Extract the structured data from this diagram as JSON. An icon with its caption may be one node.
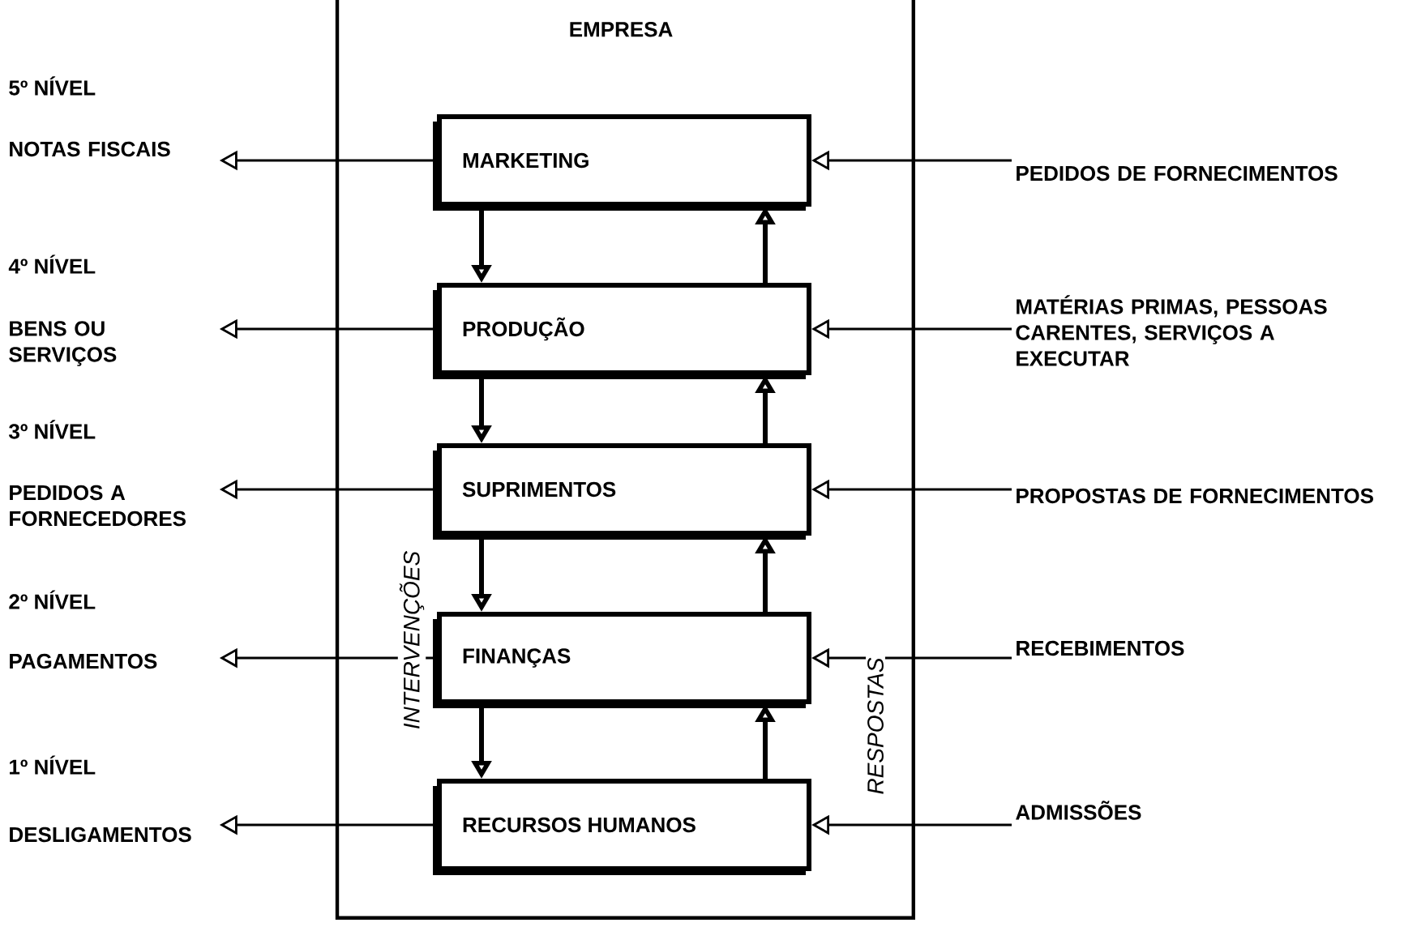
{
  "diagram": {
    "nodes": [
      {
        "text": [
          "EMPRESA"
        ]
      },
      {
        "text": [
          "MARKETING"
        ],
        "in": 0
      },
      {
        "text": [
          "PRODUÇÃO"
        ],
        "in": 0
      },
      {
        "text": [
          "SUPRIMENTOS"
        ],
        "in": 0
      },
      {
        "text": [
          "FINANÇAS"
        ],
        "in": 0
      },
      {
        "text": [
          "RECURSOS HUMANOS"
        ],
        "in": 0
      },
      {
        "text": [
          "NOTAS FISCAIS"
        ]
      },
      {
        "text": [
          "BENS OU SERVIÇOS"
        ]
      },
      {
        "text": [
          "PEDIDOS A FORNECEDORES"
        ]
      },
      {
        "text": [
          "PAGAMENTOS"
        ]
      },
      {
        "text": [
          "DESLIGAMENTOS"
        ]
      },
      {
        "text": [
          "PEDIDOS DE FORNECIMENTOS"
        ]
      },
      {
        "text": [
          "MATÉRIAS PRIMAS, PESSOAS CARENTES, SERVIÇOS A EXECUTAR"
        ]
      },
      {
        "text": [
          "PROPOSTAS DE FORNECIMENTOS"
        ]
      },
      {
        "text": [
          "RECEBIMENTOS"
        ]
      },
      {
        "text": [
          "ADMISSÕES"
        ]
      }
    ],
    "edges": [
      {
        "from": 1,
        "to": 6,
        "arrow": "to"
      },
      {
        "from": 2,
        "to": 7,
        "arrow": "to"
      },
      {
        "from": 3,
        "to": 8,
        "arrow": "to"
      },
      {
        "from": 4,
        "to": 9,
        "arrow": "to"
      },
      {
        "from": 5,
        "to": 10,
        "arrow": "to"
      },
      {
        "from": 11,
        "to": 1,
        "arrow": "to"
      },
      {
        "from": 12,
        "to": 2,
        "arrow": "to"
      },
      {
        "from": 13,
        "to": 3,
        "arrow": "to"
      },
      {
        "from": 14,
        "to": 4,
        "arrow": "to"
      },
      {
        "from": 15,
        "to": 5,
        "arrow": "to"
      },
      {
        "from": 1,
        "to": 2,
        "arrow": "to",
        "style": "thick"
      },
      {
        "from": 2,
        "to": 3,
        "arrow": "to",
        "style": "thick"
      },
      {
        "from": 3,
        "to": 4,
        "arrow": "to",
        "style": "thick"
      },
      {
        "from": 4,
        "to": 5,
        "arrow": "to",
        "style": "thick"
      },
      {
        "from": 2,
        "to": 1,
        "arrow": "to",
        "style": "thick"
      },
      {
        "from": 3,
        "to": 2,
        "arrow": "to",
        "style": "thick"
      },
      {
        "from": 4,
        "to": 3,
        "arrow": "to",
        "style": "thick"
      },
      {
        "from": 5,
        "to": 4,
        "arrow": "to",
        "style": "thick"
      }
    ],
    "labels": [
      "5º NÍVEL",
      "4º NÍVEL",
      "3º NÍVEL",
      "2º NÍVEL",
      "1º NÍVEL",
      "INTERVENÇÕES",
      "RESPOSTAS"
    ]
  }
}
